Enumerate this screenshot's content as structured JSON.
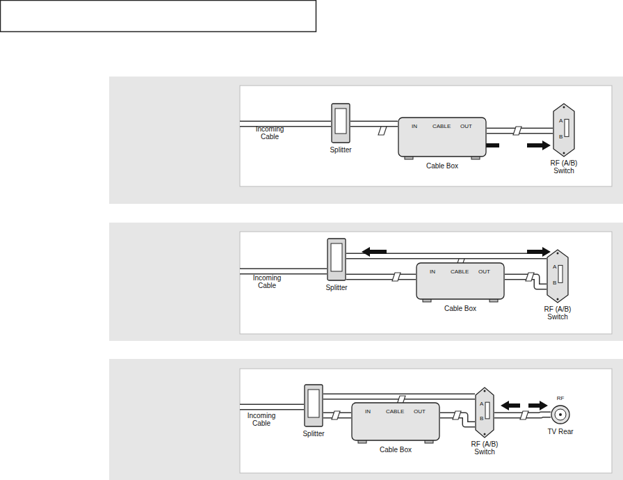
{
  "diagram": {
    "nodes": [
      {
        "text": [
          "Splitter"
        ]
      },
      {
        "text": [
          "IN",
          "CABLE",
          "OUT",
          "Cable Box"
        ]
      },
      {
        "text": [
          "A",
          "B",
          "RF (A/B) Switch"
        ]
      },
      {
        "text": [
          "Splitter"
        ]
      },
      {
        "text": [
          "IN",
          "CABLE",
          "OUT",
          "Cable Box"
        ]
      },
      {
        "text": [
          "A",
          "B",
          "RF (A/B) Switch"
        ]
      },
      {
        "text": [
          "Splitter"
        ]
      },
      {
        "text": [
          "IN",
          "CABLE",
          "OUT",
          "Cable Box"
        ]
      },
      {
        "text": [
          "A",
          "B",
          "RF (A/B) Switch"
        ]
      },
      {
        "text": [
          "RF",
          "TV Rear"
        ]
      }
    ],
    "edges": [
      {
        "from": 0,
        "to": 1,
        "arrow": "none"
      },
      {
        "from": 1,
        "to": 2,
        "arrow": "none"
      },
      {
        "from": 3,
        "to": 5,
        "arrow": "none"
      },
      {
        "from": 3,
        "to": 4,
        "arrow": "none"
      },
      {
        "from": 4,
        "to": 5,
        "arrow": "none"
      },
      {
        "from": 6,
        "to": 8,
        "arrow": "none"
      },
      {
        "from": 6,
        "to": 7,
        "arrow": "none"
      },
      {
        "from": 7,
        "to": 8,
        "arrow": "none"
      },
      {
        "from": 8,
        "to": 9,
        "arrow": "none"
      }
    ],
    "labels": [
      "Incoming Cable",
      "Incoming Cable",
      "Incoming Cable"
    ]
  }
}
